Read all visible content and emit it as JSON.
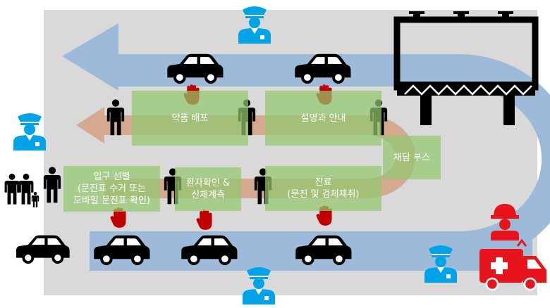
{
  "stations": {
    "drug_distribution": "약품 배포",
    "explanation": "설명과 안내",
    "sampling_booth": "채담 부스",
    "entrance_screening": "입구 선별\n(문진표 수거 또는\n모바일 문진표 확인)",
    "id_check": "환자확인 &\n신체계측",
    "treatment": "진료\n(문진 및 검체채취)"
  },
  "icons": {
    "stop": "stop-hand-icon",
    "car": "car-icon",
    "person": "person-icon",
    "police": "police-officer-icon",
    "firefighter": "firefighter-icon",
    "ambulance": "ambulance-icon",
    "billboard": "billboard-icon",
    "family": "family-icon"
  },
  "colors": {
    "lot": "#d9d9d9",
    "car_lane": "#9dbbd9",
    "walk_lane": "#d4a98f",
    "station": "#92c86e",
    "stop_hand": "#c00000",
    "police": "#00a2e8",
    "emergency": "#e8141b",
    "dark": "#000000"
  }
}
